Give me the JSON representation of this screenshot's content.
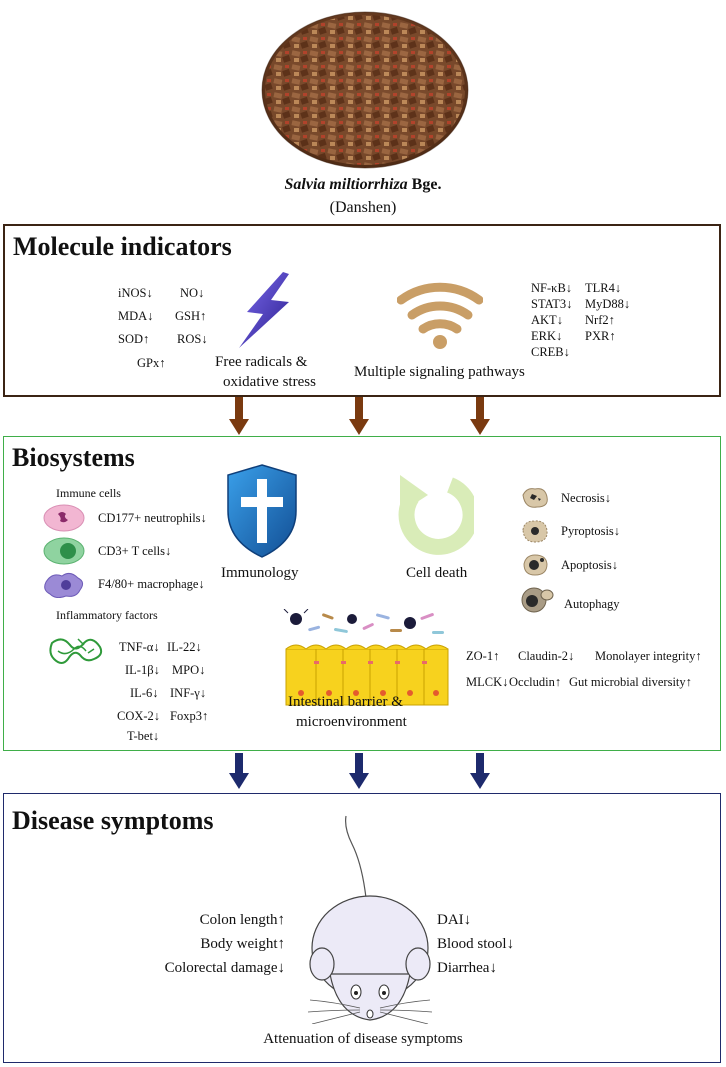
{
  "header": {
    "species_italic": "Salvia miltiorrhiza",
    "species_suffix": " Bge.",
    "common_name": "(Danshen)"
  },
  "molecule_indicators": {
    "title": "Molecule indicators",
    "oxidative_markers": [
      "iNOS↓",
      "NO↓",
      "MDA↓",
      "GSH↑",
      "SOD↑",
      "ROS↓",
      "GPx↑"
    ],
    "oxidative_label_1": "Free radicals &",
    "oxidative_label_2": "oxidative stress",
    "signaling_label": "Multiple signaling pathways",
    "signaling_markers": [
      "NF-κB↓",
      "TLR4↓",
      "STAT3↓",
      "MyD88↓",
      "AKT↓",
      "Nrf2↑",
      "ERK↓",
      "PXR↑",
      "CREB↓"
    ]
  },
  "biosystems": {
    "title": "Biosystems",
    "immune_cells_label": "Immune cells",
    "immune_cells": [
      "CD177+ neutrophils↓",
      "CD3+ T cells↓",
      "F4/80+ macrophage↓"
    ],
    "inflammatory_label": "Inflammatory factors",
    "inflammatory_factors": [
      "TNF-α↓",
      "IL-22↓",
      "IL-1β↓",
      "MPO↓",
      "IL-6↓",
      "INF-γ↓",
      "COX-2↓",
      "Foxp3↑",
      "T-bet↓"
    ],
    "immunology_label": "Immunology",
    "cell_death_label": "Cell death",
    "cell_death_types": [
      "Necrosis↓",
      "Pyroptosis↓",
      "Apoptosis↓",
      "Autophagy"
    ],
    "barrier_label_1": "Intestinal barrier &",
    "barrier_label_2": "microenvironment",
    "barrier_markers": [
      "ZO-1↑",
      "Claudin-2↓",
      "Monolayer integrity↑",
      "MLCK↓",
      "Occludin↑",
      "Gut microbial diversity↑"
    ]
  },
  "disease_symptoms": {
    "title": "Disease symptoms",
    "left_items": [
      "Colon length↑",
      "Body weight↑",
      "Colorectal damage↓"
    ],
    "right_items": [
      "DAI↓",
      "Blood stool↓",
      "Diarrhea↓"
    ],
    "footer": "Attenuation of disease symptoms"
  },
  "colors": {
    "panel1_border": "#3b2414",
    "panel2_border": "#3fae49",
    "panel3_border": "#1f2a6b",
    "arrow_brown": "#7a3a10",
    "arrow_navy": "#1d2a6d",
    "shield_blue": "#1f78c8",
    "wifi_tan": "#c99e66",
    "bolt_purple": "#5a3fc0",
    "cycle_green": "#d9ecb8",
    "villi_yellow": "#f7d21e",
    "mouse_fill": "#eceaf7"
  }
}
